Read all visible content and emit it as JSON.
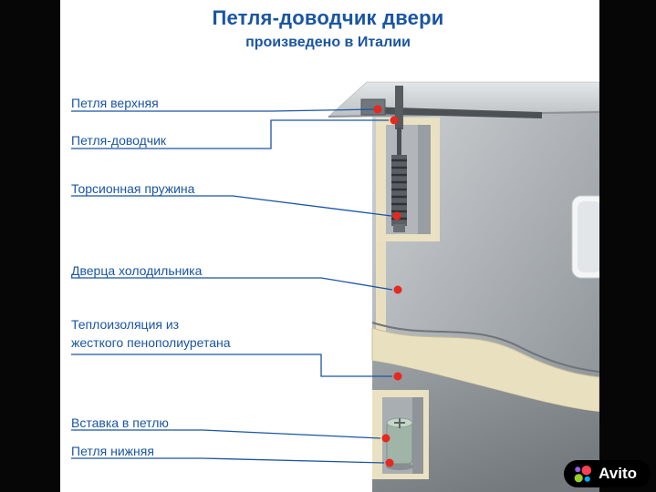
{
  "header": {
    "title": "Петля-доводчик двери",
    "subtitle": "произведено в Италии"
  },
  "labels": {
    "upper_hinge": "Петля верхняя",
    "closer_hinge": "Петля-доводчик",
    "torsion_spring": "Торсионная пружина",
    "fridge_door": "Дверца холодильника",
    "insulation_line1": "Теплоизоляция из",
    "insulation_line2": "жесткого пенополиуретана",
    "hinge_insert": "Вставка в петлю",
    "lower_hinge": "Петля нижняя"
  },
  "watermark": {
    "brand": "Avito"
  },
  "colors": {
    "label_blue": "#1a55a3",
    "marker_red": "#e6281e",
    "insulation_cream": "#e8e0be",
    "watermark_bg": "#000000"
  }
}
